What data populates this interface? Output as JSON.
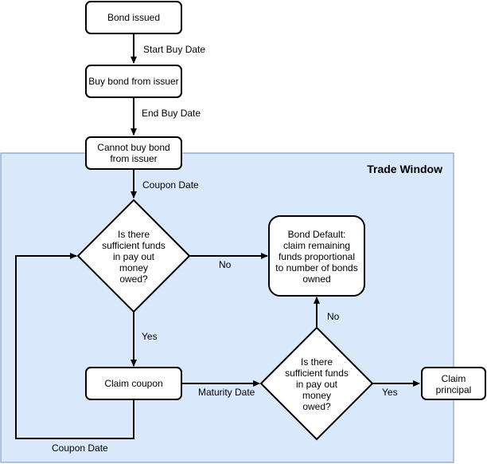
{
  "diagram": {
    "colors": {
      "window_fill": "#dae8fc",
      "window_stroke": "#6c8ebf",
      "line": "#000000",
      "node_fill": "#ffffff"
    },
    "window": {
      "title": "Trade Window"
    },
    "nodes": {
      "bond_issued": {
        "lines": [
          "Bond issued"
        ]
      },
      "buy_bond": {
        "lines": [
          "Buy bond from issuer"
        ]
      },
      "cannot_buy": {
        "lines": [
          "Cannot buy bond",
          "from issuer"
        ]
      },
      "decision_coupon": {
        "lines": [
          "Is there",
          "sufficient funds",
          "in pay out",
          "money",
          "owed?"
        ]
      },
      "claim_coupon": {
        "lines": [
          "Claim coupon"
        ]
      },
      "bond_default": {
        "lines": [
          "Bond Default:",
          "claim remaining",
          "funds proportional",
          "to number of bonds",
          "owned"
        ]
      },
      "decision_maturity": {
        "lines": [
          "Is there",
          "sufficient funds",
          "in pay out",
          "money",
          "owed?"
        ]
      },
      "claim_principal": {
        "lines": [
          "Claim",
          "principal"
        ]
      }
    },
    "edge_labels": {
      "start_buy_date": "Start Buy Date",
      "end_buy_date": "End Buy Date",
      "coupon_date_top": "Coupon Date",
      "no_default": "No",
      "yes_coupon": "Yes",
      "maturity_date": "Maturity Date",
      "no_maturity": "No",
      "yes_principal": "Yes",
      "coupon_date_loop": "Coupon Date"
    }
  }
}
